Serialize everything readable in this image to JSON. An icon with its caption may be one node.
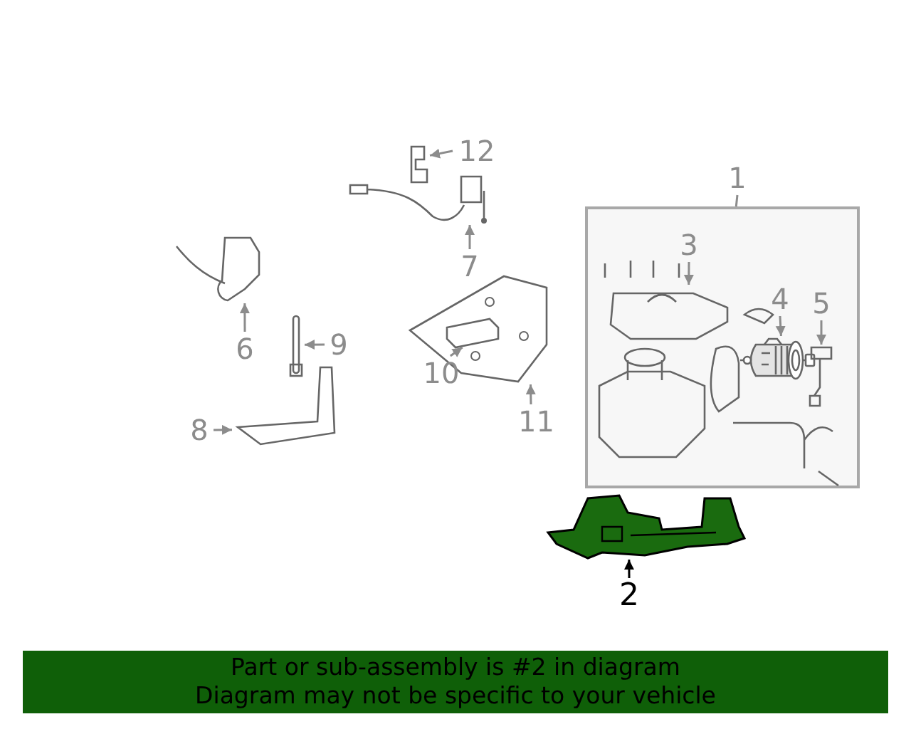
{
  "diagram": {
    "nodes": [
      {
        "text": [
          "12"
        ]
      },
      {
        "text": [],
        "shape": "picture"
      },
      {
        "text": [
          "1"
        ]
      },
      {
        "text": [],
        "shape": "box"
      },
      {
        "text": [
          "3"
        ],
        "in": 3
      },
      {
        "text": [],
        "shape": "picture",
        "in": 3
      },
      {
        "text": [
          "4"
        ],
        "in": 3
      },
      {
        "text": [],
        "shape": "picture",
        "in": 3
      },
      {
        "text": [
          "5"
        ],
        "in": 3
      },
      {
        "text": [],
        "shape": "picture",
        "in": 3
      },
      {
        "text": [
          "7"
        ]
      },
      {
        "text": [],
        "shape": "picture"
      },
      {
        "text": [
          "6"
        ]
      },
      {
        "text": [],
        "shape": "picture"
      },
      {
        "text": [
          "9"
        ]
      },
      {
        "text": [],
        "shape": "picture"
      },
      {
        "text": [
          "10"
        ]
      },
      {
        "text": [],
        "shape": "picture",
        "in": 19
      },
      {
        "text": [
          "11"
        ]
      },
      {
        "text": [],
        "shape": "picture"
      },
      {
        "text": [
          "8"
        ]
      },
      {
        "text": [],
        "shape": "picture"
      },
      {
        "text": [
          "2"
        ]
      },
      {
        "text": [],
        "shape": "picture"
      },
      {
        "text": [
          "Part or sub-assembly is #2 in diagram",
          "Diagram may not be specific to your vehicle"
        ]
      }
    ],
    "edges": [
      {
        "from": 0,
        "to": 1,
        "arrow": "to"
      },
      {
        "from": 2,
        "to": 3,
        "arrow": "none"
      },
      {
        "from": 4,
        "to": 5,
        "arrow": "to"
      },
      {
        "from": 6,
        "to": 7,
        "arrow": "to"
      },
      {
        "from": 8,
        "to": 9,
        "arrow": "to"
      },
      {
        "from": 10,
        "to": 11,
        "arrow": "to"
      },
      {
        "from": 12,
        "to": 13,
        "arrow": "to"
      },
      {
        "from": 14,
        "to": 15,
        "arrow": "to"
      },
      {
        "from": 16,
        "to": 17,
        "arrow": "to"
      },
      {
        "from": 18,
        "to": 19,
        "arrow": "to"
      },
      {
        "from": 20,
        "to": 21,
        "arrow": "to"
      },
      {
        "from": 22,
        "to": 23,
        "arrow": "to",
        "color": "#000000"
      }
    ]
  }
}
